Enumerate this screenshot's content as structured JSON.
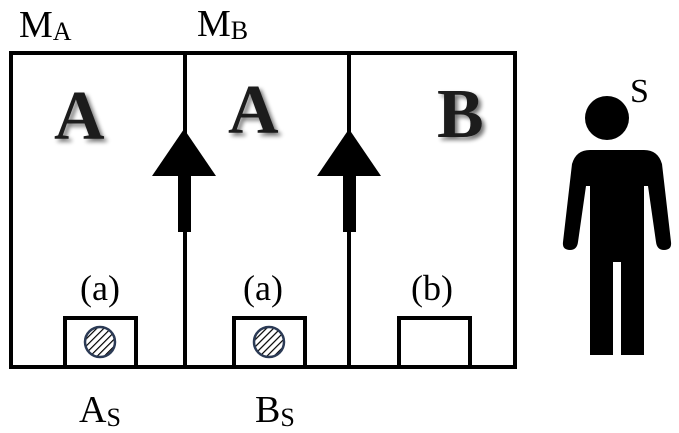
{
  "labels": {
    "ma_main": "M",
    "ma_sub": "A",
    "mb_main": "M",
    "mb_sub": "B",
    "s": "S",
    "as_main": "A",
    "as_sub": "S",
    "bs_main": "B",
    "bs_sub": "S"
  },
  "compartments": [
    {
      "letter": "A",
      "tag": "(a)",
      "filled": true
    },
    {
      "letter": "A",
      "tag": "(a)",
      "filled": true
    },
    {
      "letter": "B",
      "tag": "(b)",
      "filled": false
    }
  ],
  "colors": {
    "line": "#000000",
    "marker_fill": "#ffffff",
    "marker_ring": "#2b3a55"
  }
}
